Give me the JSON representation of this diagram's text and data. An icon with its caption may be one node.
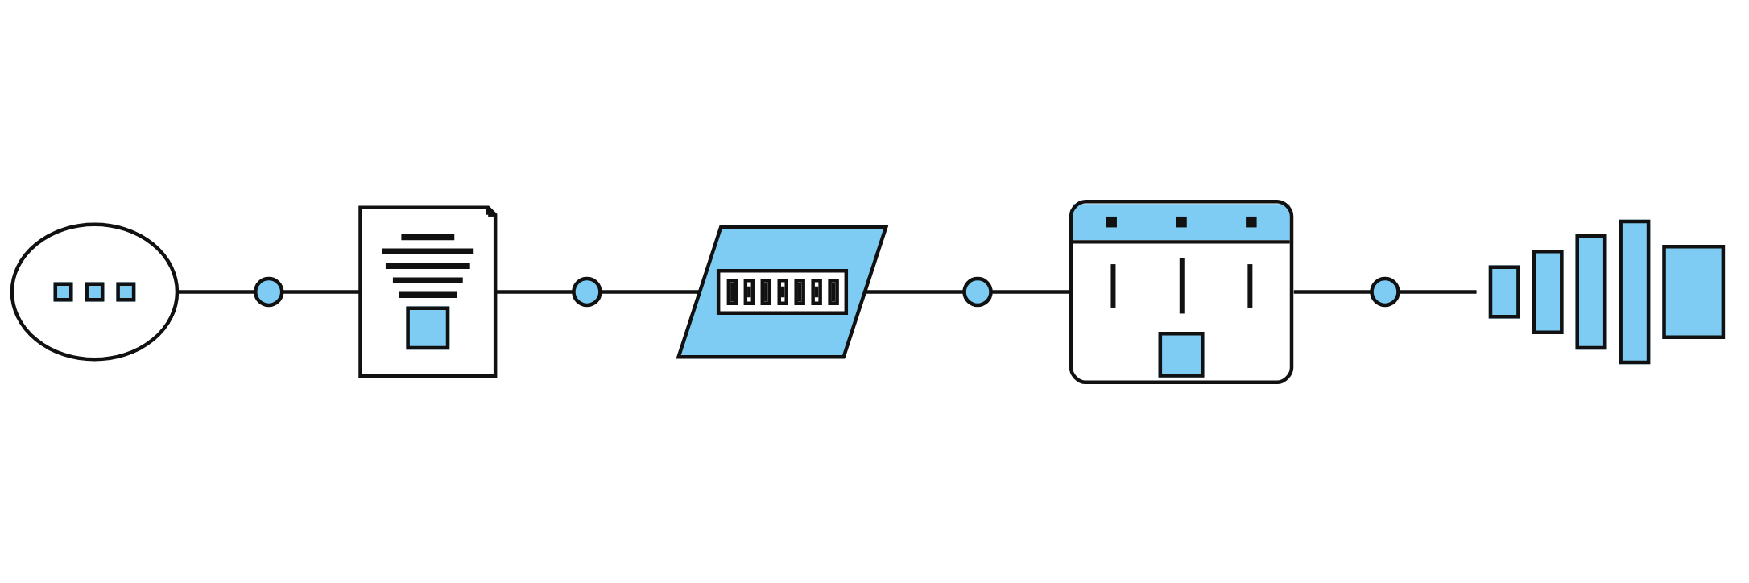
{
  "diagram": {
    "nodes": [
      {
        "text": [],
        "shape": "picture"
      },
      {
        "text": [],
        "shape": "circle"
      },
      {
        "text": [],
        "shape": "picture"
      },
      {
        "text": [],
        "shape": "circle"
      },
      {
        "text": [],
        "shape": "picture"
      },
      {
        "text": [],
        "shape": "circle"
      },
      {
        "text": [],
        "shape": "picture"
      },
      {
        "text": [],
        "shape": "circle"
      },
      {
        "text": [],
        "shape": "picture"
      }
    ],
    "edges": [
      {
        "from": 0,
        "to": 1,
        "arrow": "none"
      },
      {
        "from": 1,
        "to": 2,
        "arrow": "none"
      },
      {
        "from": 2,
        "to": 3,
        "arrow": "none"
      },
      {
        "from": 3,
        "to": 4,
        "arrow": "none"
      },
      {
        "from": 4,
        "to": 5,
        "arrow": "none"
      },
      {
        "from": 5,
        "to": 6,
        "arrow": "none"
      },
      {
        "from": 6,
        "to": 7,
        "arrow": "none"
      },
      {
        "from": 7,
        "to": 8,
        "arrow": "none"
      }
    ]
  }
}
